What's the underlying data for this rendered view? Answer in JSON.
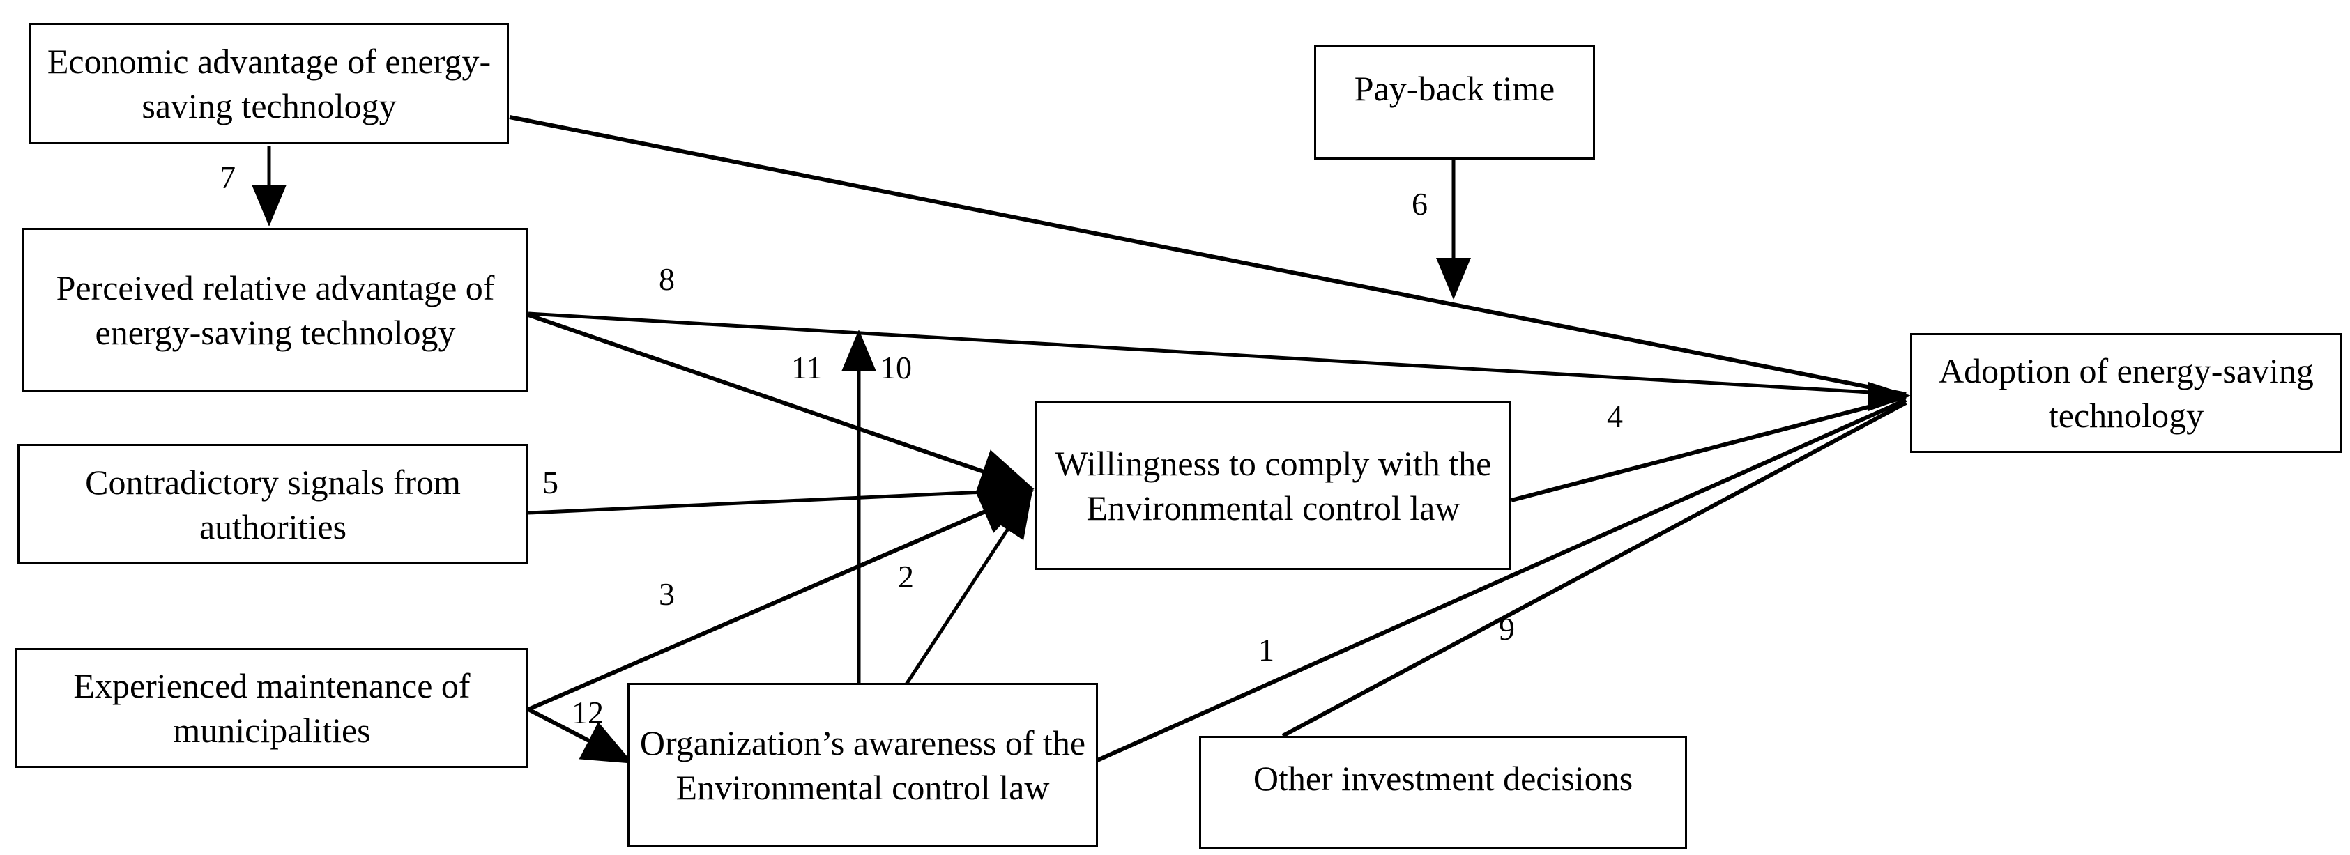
{
  "diagram": {
    "type": "causal-path-diagram",
    "background_color": "#ffffff",
    "line_color": "#000000",
    "nodes": [
      {
        "id": "economic-advantage",
        "label": "Economic advantage of energy-saving technology"
      },
      {
        "id": "perceived-relative",
        "label": "Perceived relative advantage of energy-saving technology"
      },
      {
        "id": "contradictory-signals",
        "label": "Contradictory signals from authorities"
      },
      {
        "id": "experienced-maintenance",
        "label": "Experienced maintenance of municipalities"
      },
      {
        "id": "organizations-awareness",
        "label": "Organization’s awareness of the Environmental control law"
      },
      {
        "id": "willingness-to-comply",
        "label": "Willingness to comply with the Environmental control law"
      },
      {
        "id": "payback-time",
        "label": "Pay-back time"
      },
      {
        "id": "other-investment",
        "label": "Other investment decisions"
      },
      {
        "id": "adoption",
        "label": "Adoption of energy-saving technology"
      }
    ],
    "edges": [
      {
        "id": "e1",
        "number": "1",
        "from": "organizations-awareness",
        "to": "adoption"
      },
      {
        "id": "e2",
        "number": "2",
        "from": "organizations-awareness",
        "to": "willingness-to-comply"
      },
      {
        "id": "e3",
        "number": "3",
        "from": "experienced-maintenance",
        "to": "willingness-to-comply"
      },
      {
        "id": "e4",
        "number": "4",
        "from": "willingness-to-comply",
        "to": "adoption"
      },
      {
        "id": "e5",
        "number": "5",
        "from": "contradictory-signals",
        "to": "willingness-to-comply"
      },
      {
        "id": "e6",
        "number": "6",
        "from": "payback-time",
        "to": "adoption"
      },
      {
        "id": "e7",
        "number": "7",
        "from": "economic-advantage",
        "to": "perceived-relative"
      },
      {
        "id": "e8",
        "number": "8",
        "from": "perceived-relative",
        "to": "adoption"
      },
      {
        "id": "e9",
        "number": "9",
        "from": "other-investment",
        "to": "adoption"
      },
      {
        "id": "e10",
        "number": "10",
        "from": "organizations-awareness",
        "to": "perceived-relative-adoption-path"
      },
      {
        "id": "e11",
        "number": "11",
        "from": "perceived-relative",
        "to": "willingness-to-comply"
      },
      {
        "id": "e12",
        "number": "12",
        "from": "experienced-maintenance",
        "to": "organizations-awareness"
      }
    ],
    "top_edge_from_economic_to_adoption": true
  }
}
